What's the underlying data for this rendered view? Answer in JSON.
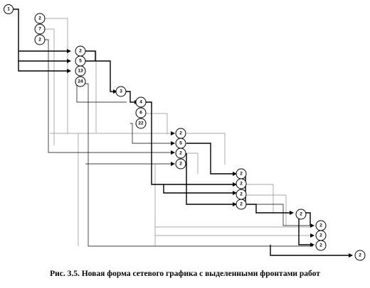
{
  "caption": "Рис. 3.5. Новая форма сетевого графика с выделенными фронтами работ",
  "nodes": {
    "start": "1",
    "g1": [
      "2",
      "7",
      "2"
    ],
    "g2": [
      "2",
      "5",
      "13",
      "24"
    ],
    "g3": "3",
    "g4": [
      "4",
      "6",
      "22"
    ],
    "g5": [
      "2",
      "5",
      "2",
      "2"
    ],
    "g6": [
      "2",
      "2",
      "2",
      "2"
    ],
    "g7": "2",
    "g8": [
      "2",
      "2",
      "2"
    ],
    "end": "2"
  }
}
